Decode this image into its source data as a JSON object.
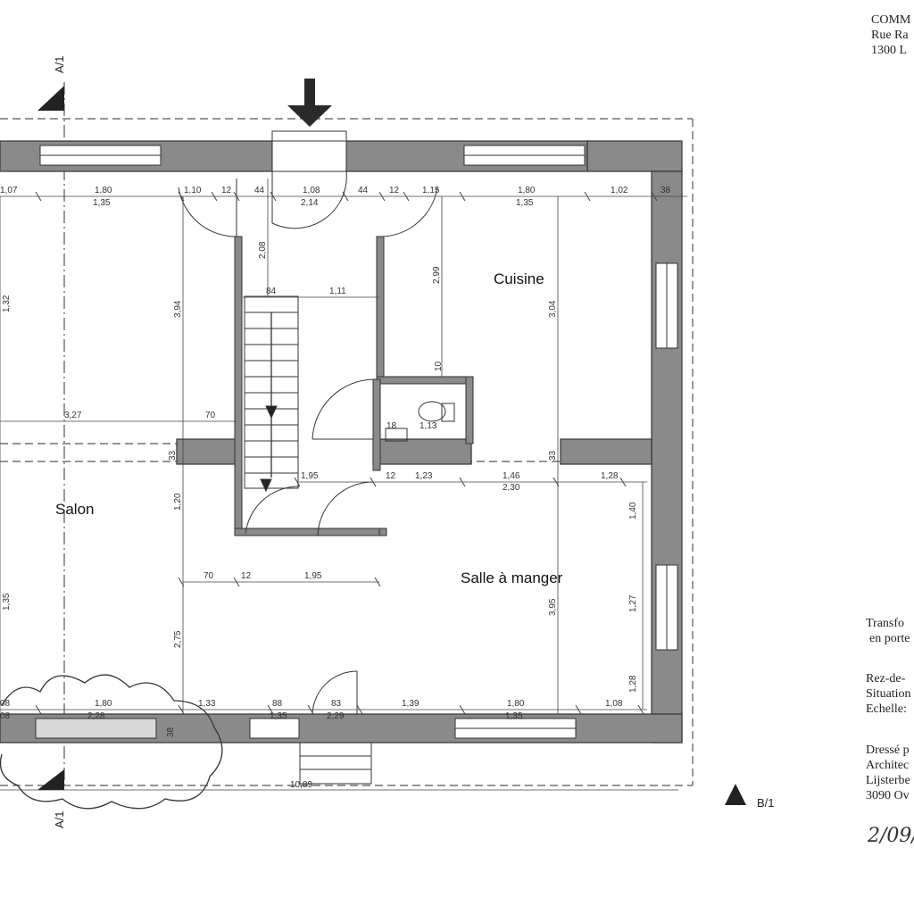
{
  "title_block": {
    "address": [
      "COMM",
      "Rue Ra",
      "1300 L"
    ],
    "project": [
      "Transfo",
      "en porte"
    ],
    "plan_info": [
      "Rez-de-",
      "Situation",
      "Echelle:"
    ],
    "author": [
      "Dressé p",
      "Architec",
      "Lijsterbe",
      "3090 Ov"
    ],
    "handwritten_date": "2/09/"
  },
  "rooms": {
    "salon": "Salon",
    "cuisine": "Cuisine",
    "salle_a_manger": "Salle à manger"
  },
  "section_marks": {
    "a_top": "A/1",
    "a_bottom": "A/1",
    "b_right": "B/1"
  },
  "dimensions": {
    "top_row1": [
      "1,07",
      "1,80",
      "1,10",
      "12",
      "44",
      "1,08",
      "44",
      "12",
      "1,15",
      "1,80",
      "1,02",
      "38"
    ],
    "top_row2": [
      "1,35",
      "2,14",
      "1,35"
    ],
    "stair_h": [
      "84",
      "1,11"
    ],
    "stair_v": [
      "2,08",
      "2,99"
    ],
    "left_v": [
      "1,32",
      "1,35"
    ],
    "center_v": [
      "3,94",
      "3,04",
      "1,20",
      "2,75",
      "3,95"
    ],
    "wc": [
      "10",
      "1,13",
      "18"
    ],
    "mid_row": [
      "3,27",
      "70",
      "33",
      "33"
    ],
    "corridor_row": [
      "1,95",
      "12",
      "1,23",
      "1,46",
      "2,30",
      "1,28"
    ],
    "right_v": [
      "1,40",
      "1,27",
      "1,28"
    ],
    "lower_row": [
      "70",
      "12",
      "1,95"
    ],
    "bottom_row1": [
      "08",
      "1,80",
      "1,33",
      "88",
      "83",
      "1,39",
      "1,80",
      "1,08"
    ],
    "bottom_row2": [
      "08",
      "2,28",
      "1,35",
      "2,29",
      "1,35"
    ],
    "wall_small": [
      "38"
    ],
    "total": "10,89"
  }
}
